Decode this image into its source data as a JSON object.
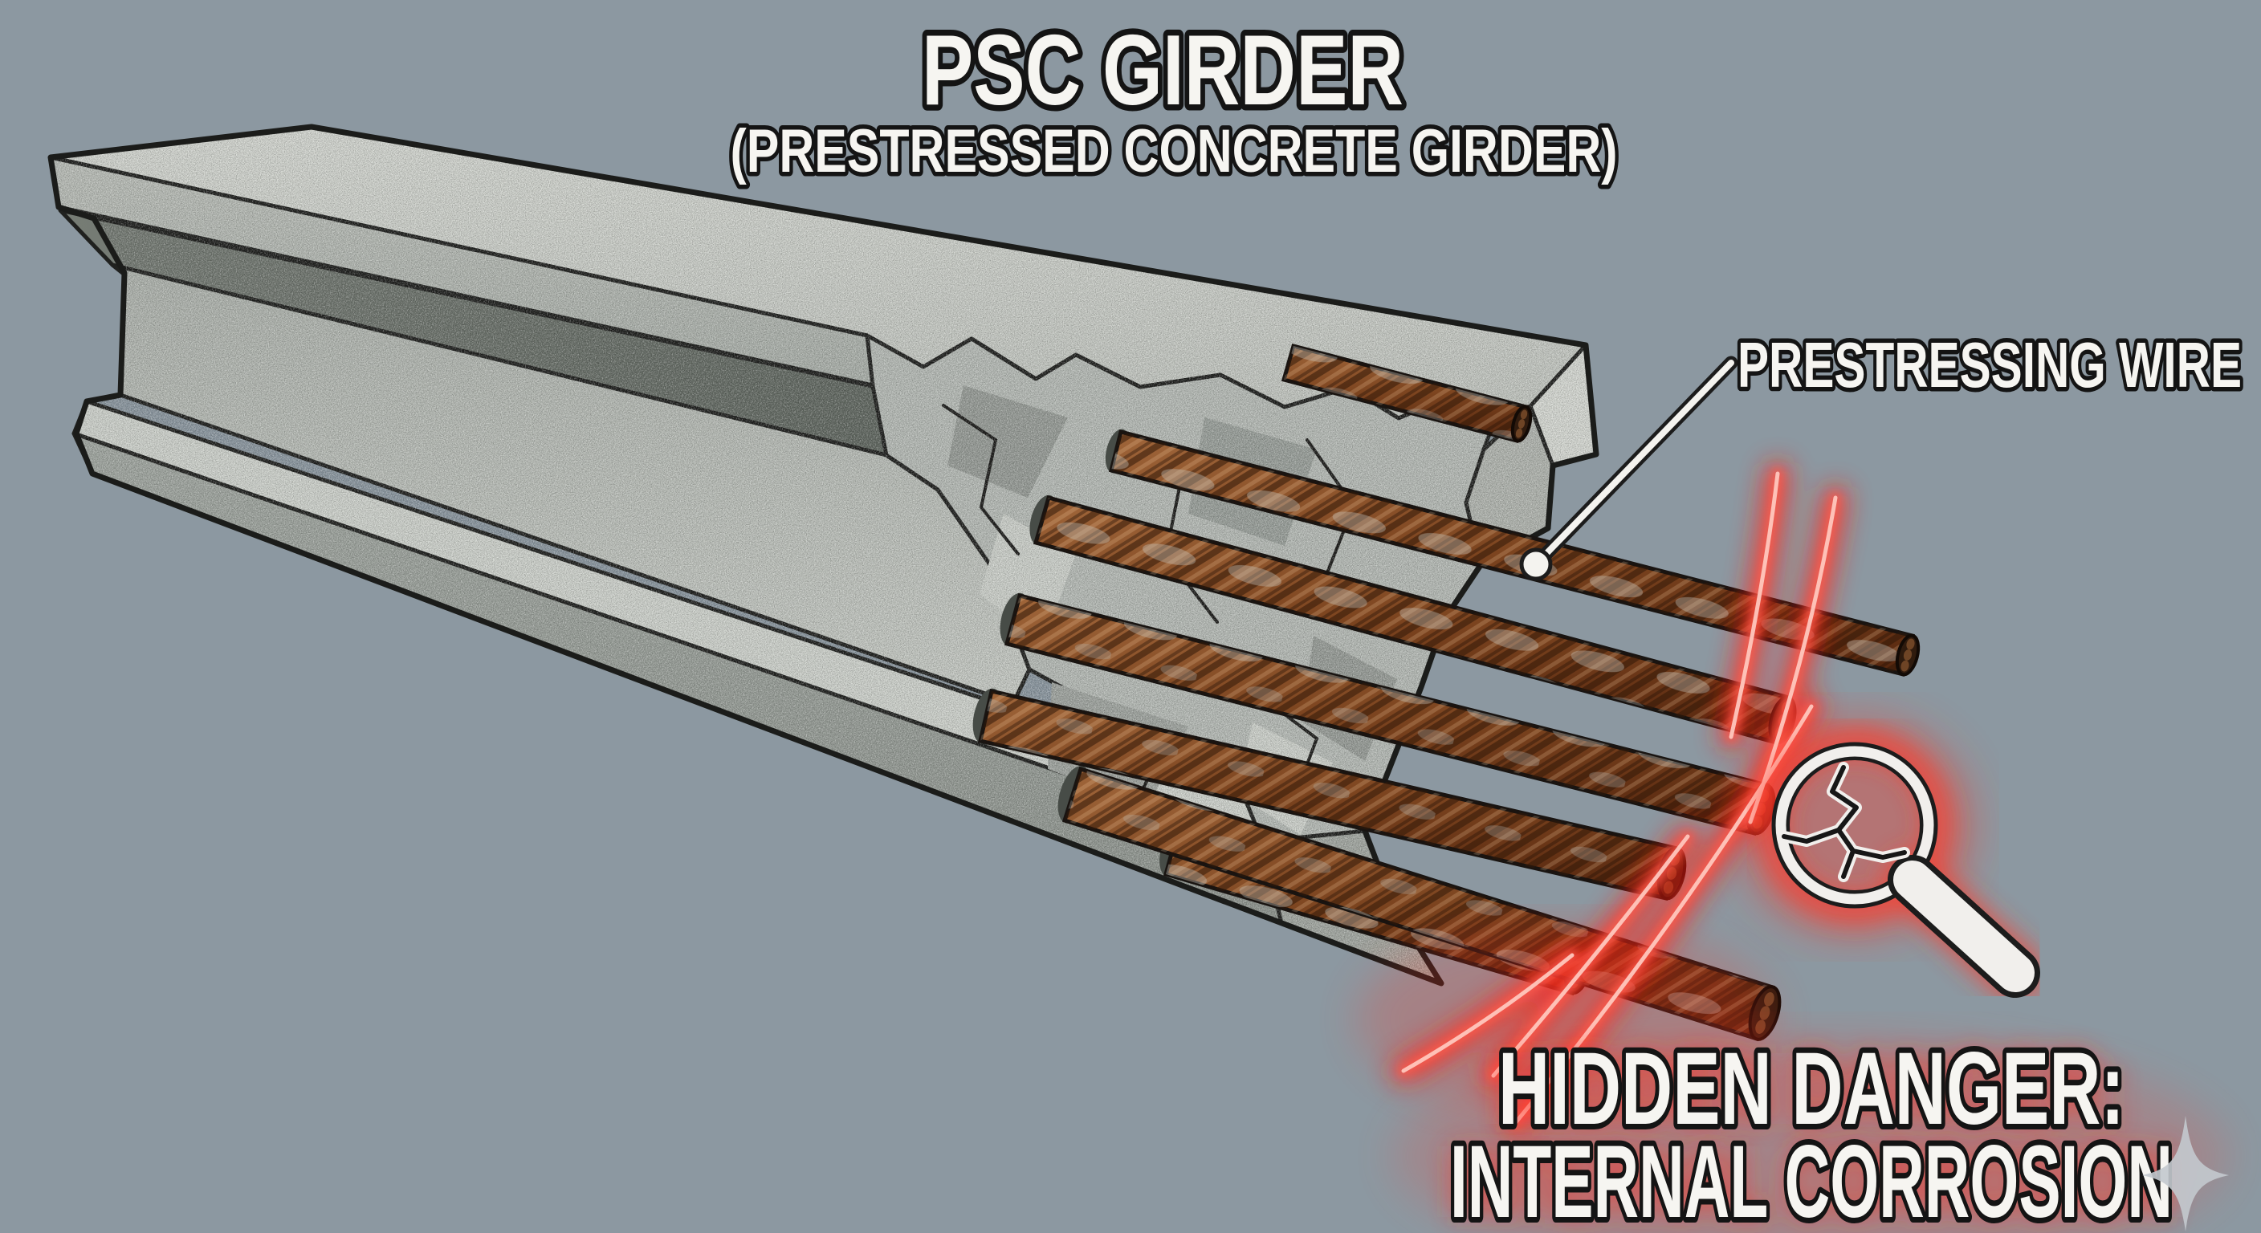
{
  "title": {
    "text": "PSC GIRDER",
    "subtitle": "(PRESTRESSED CONCRETE GIRDER)"
  },
  "callout": {
    "label": "PRESTRESSING WIRE"
  },
  "warning": {
    "line1": "HIDDEN DANGER:",
    "line2": "INTERNAL CORROSION"
  },
  "icons": {
    "magnifier": "magnifying-glass-with-cracks",
    "sparkle": "four-pointed-sparkle"
  },
  "colors": {
    "background": "#8c98a1",
    "concrete_light": "#cdd1cb",
    "concrete_mid": "#b6bab4",
    "concrete_shadow": "#6f756f",
    "rubble": "#b7bcb7",
    "outline": "#20211f",
    "rust": "#7a4526",
    "rust_dark": "#4e2a12",
    "alert_red": "#ff3b30",
    "text_fill": "#f6f5f1",
    "text_outline": "#141414",
    "label_line": "#f4f3ef"
  }
}
